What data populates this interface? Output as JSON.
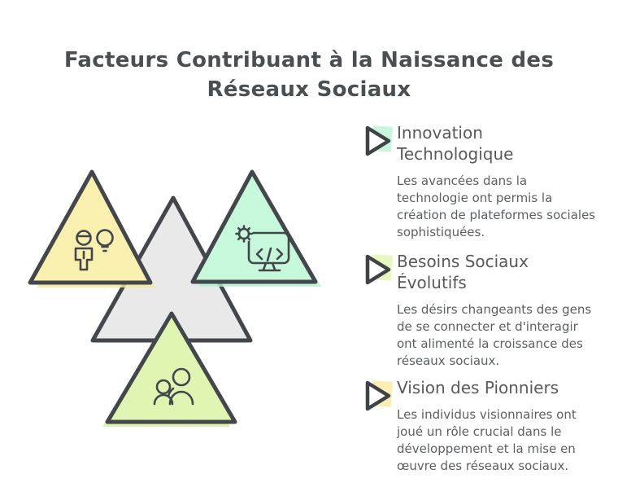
{
  "title": "Facteurs Contribuant à la Naissance des Réseaux Sociaux",
  "colors": {
    "stroke": "#43474b",
    "yellow": "#f9efae",
    "yellow_shadow": "#f5e795",
    "mint": "#c6f9dc",
    "mint_shadow": "#b2f2cf",
    "gray": "#e9e9ea",
    "green": "#e0f5b2",
    "green_shadow": "#d5f09c",
    "title_text": "#4b4f52",
    "heading_text": "#57595c",
    "body_text": "#5c6063"
  },
  "pyramid": {
    "triangles": [
      {
        "name": "center-triangle",
        "icon": "none"
      },
      {
        "name": "vision-triangle",
        "icon": "person-lightbulb-icon"
      },
      {
        "name": "innovation-triangle",
        "icon": "monitor-code-gear-icon"
      },
      {
        "name": "social-triangle",
        "icon": "people-group-icon"
      }
    ]
  },
  "sections": [
    {
      "heading": "Innovation Technologique",
      "body": "Les avancées dans la technologie ont permis la création de plateformes sociales sophistiquées.",
      "accent": "#c8f5dc"
    },
    {
      "heading": "Besoins Sociaux Évolutifs",
      "body": "Les désirs changeants des gens de se connecter et d'interagir ont alimenté la croissance des réseaux sociaux.",
      "accent": "#e6f8bd"
    },
    {
      "heading": "Vision des Pionniers",
      "body": "Les individus visionnaires ont joué un rôle crucial dans le développement et la mise en œuvre des réseaux sociaux.",
      "accent": "#fbeeb0"
    }
  ]
}
